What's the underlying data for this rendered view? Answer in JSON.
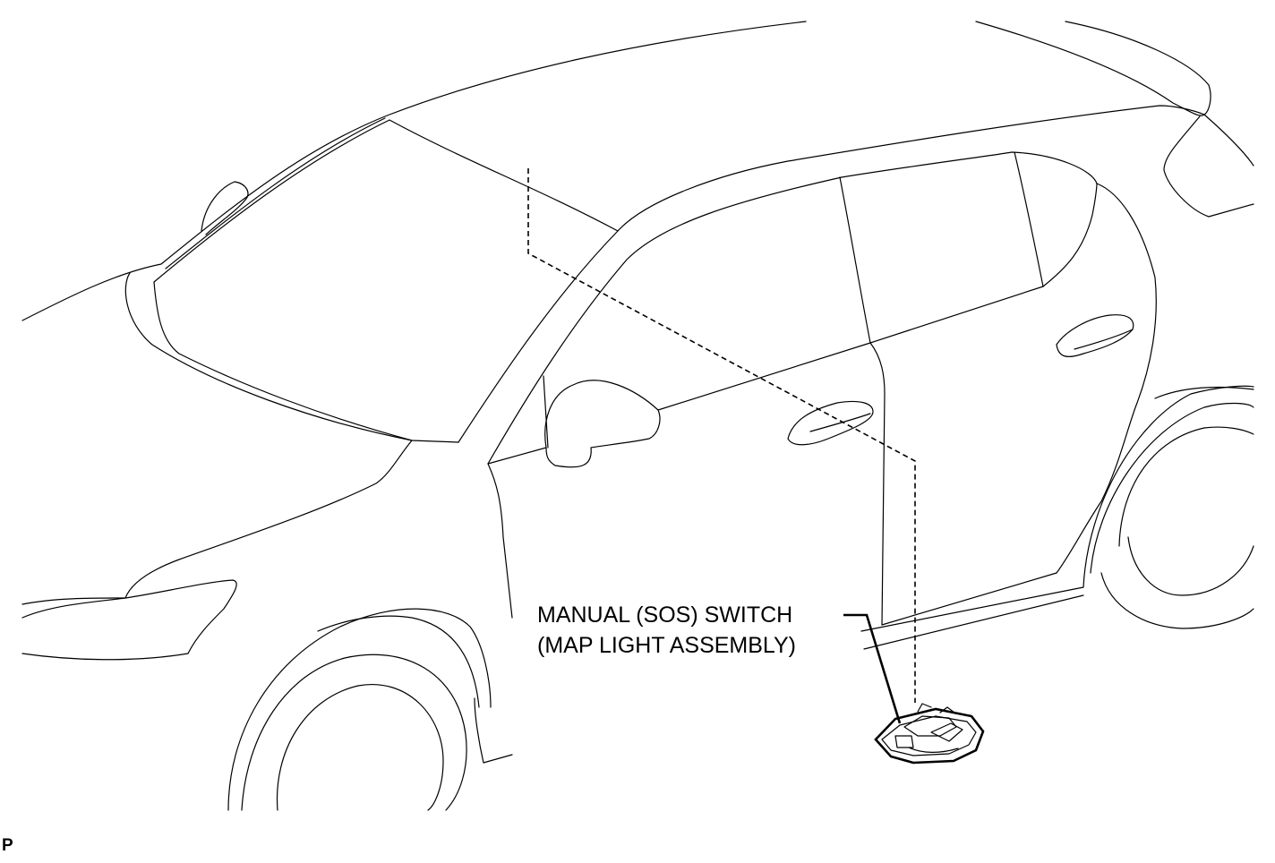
{
  "callout": {
    "line1": "MANUAL (SOS) SWITCH",
    "line2": "(MAP LIGHT ASSEMBLY)"
  },
  "figure_code": "P"
}
